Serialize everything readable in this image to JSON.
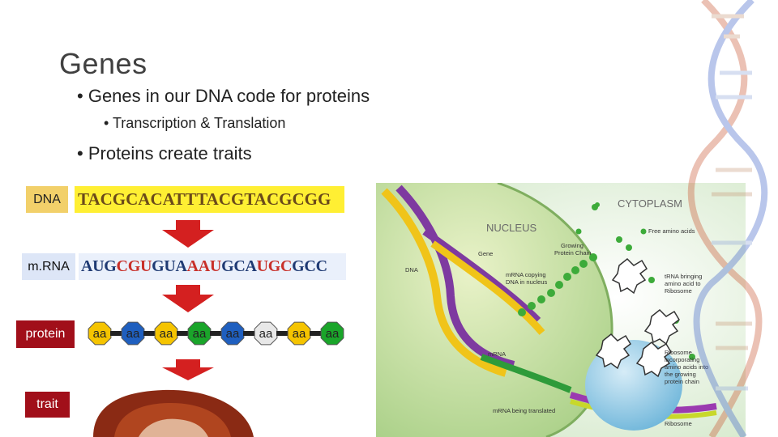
{
  "title": "Genes",
  "bullets": {
    "b1": "Genes in our DNA code for proteins",
    "b2": "Transcription & Translation",
    "b3": "Proteins create traits"
  },
  "rows": {
    "dna_label": "DNA",
    "dna_sequence": "TACGCACATTTACGTACGCGG",
    "mrna_label": "m.RNA",
    "mrna_sequence": "AUGCGUGUAAAUGCAUGCGCC",
    "protein_label": "protein",
    "trait_label": "trait"
  },
  "amino_acids": [
    {
      "text": "aa",
      "color": "#f5c400"
    },
    {
      "text": "aa",
      "color": "#1f5fbf"
    },
    {
      "text": "aa",
      "color": "#f5c400"
    },
    {
      "text": "aa",
      "color": "#1aa52a"
    },
    {
      "text": "aa",
      "color": "#1f5fbf"
    },
    {
      "text": "aa",
      "color": "#e8e8e8"
    },
    {
      "text": "aa",
      "color": "#f5c400"
    },
    {
      "text": "aa",
      "color": "#1aa52a"
    }
  ],
  "cell_figure": {
    "cytoplasm": "CYTOPLASM",
    "nucleus": "NUCLEUS",
    "free_amino": "Free amino acids",
    "growing_chain": "Growing\nProtein Chain",
    "gene": "Gene",
    "mrna_copying": "mRNA copying\nDNA in nucleus",
    "trna": "tRNA bringing\namino acid to\nRibosome",
    "dna": "DNA",
    "mrna": "mRNA",
    "ribosome_incorp": "Ribosome\nincorporating\namino acids into\nthe growing\nprotein chain",
    "mrna_translated": "mRNA being translated",
    "ribosome": "Ribosome"
  },
  "colors": {
    "arrow": "#d42020",
    "label_red": "#a10f1a",
    "dna_highlight": "#ffef33"
  }
}
